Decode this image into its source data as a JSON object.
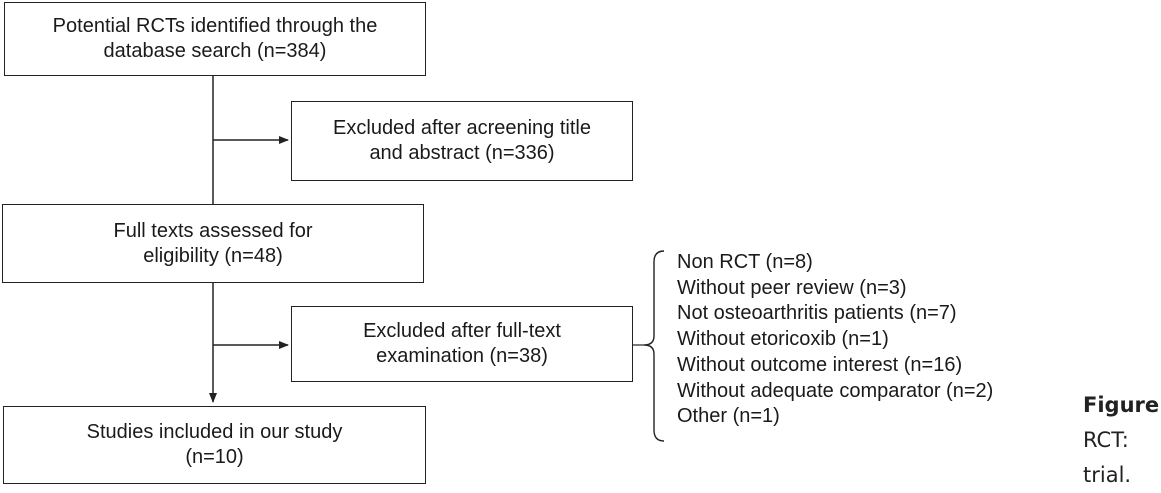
{
  "flow": {
    "box1": "Potential RCTs identified through the\ndatabase search (n=384)",
    "box2": "Excluded after acreening title\nand abstract (n=336)",
    "box3": "Full texts assessed for\neligibility (n=48)",
    "box4": "Excluded after full-text\nexamination (n=38)",
    "box5": "Studies included in our study\n(n=10)"
  },
  "exclusion_reasons": [
    "Non RCT (n=8)",
    "Without peer review (n=3)",
    "Not osteoarthritis patients (n=7)",
    "Without etoricoxib (n=1)",
    "Without outcome interest (n=16)",
    "Without adequate comparator (n=2)",
    "Other (n=1)"
  ],
  "caption": {
    "line1": "Figure",
    "line2": "RCT:",
    "line3": "trial."
  }
}
